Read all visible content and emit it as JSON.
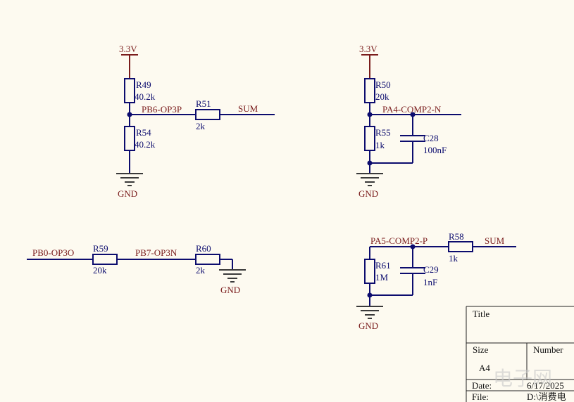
{
  "power": {
    "vcc_left": "3.3V",
    "vcc_right": "3.3V"
  },
  "ground": {
    "gnd1": "GND",
    "gnd2": "GND",
    "gnd3": "GND",
    "gnd4": "GND"
  },
  "nets": {
    "pb6": "PB6-OP3P",
    "sum1": "SUM",
    "pa4": "PA4-COMP2-N",
    "pb0": "PB0-OP3O",
    "pb7": "PB7-OP3N",
    "pa5": "PA5-COMP2-P",
    "sum2": "SUM"
  },
  "components": {
    "r49": {
      "ref": "R49",
      "value": "40.2k"
    },
    "r54": {
      "ref": "R54",
      "value": "40.2k"
    },
    "r51": {
      "ref": "R51",
      "value": "2k"
    },
    "r50": {
      "ref": "R50",
      "value": "20k"
    },
    "r55": {
      "ref": "R55",
      "value": "1k"
    },
    "c28": {
      "ref": "C28",
      "value": "100nF"
    },
    "r59": {
      "ref": "R59",
      "value": "20k"
    },
    "r60": {
      "ref": "R60",
      "value": "2k"
    },
    "r61": {
      "ref": "R61",
      "value": "1M"
    },
    "c29": {
      "ref": "C29",
      "value": "1nF"
    },
    "r58": {
      "ref": "R58",
      "value": "1k"
    }
  },
  "title_block": {
    "title_label": "Title",
    "size_label": "Size",
    "size_value": "A4",
    "number_label": "Number",
    "date_label": "Date:",
    "date_value": "6/17/2025",
    "file_label": "File:",
    "file_value": "D:\\消费电"
  },
  "watermark": "电子网"
}
